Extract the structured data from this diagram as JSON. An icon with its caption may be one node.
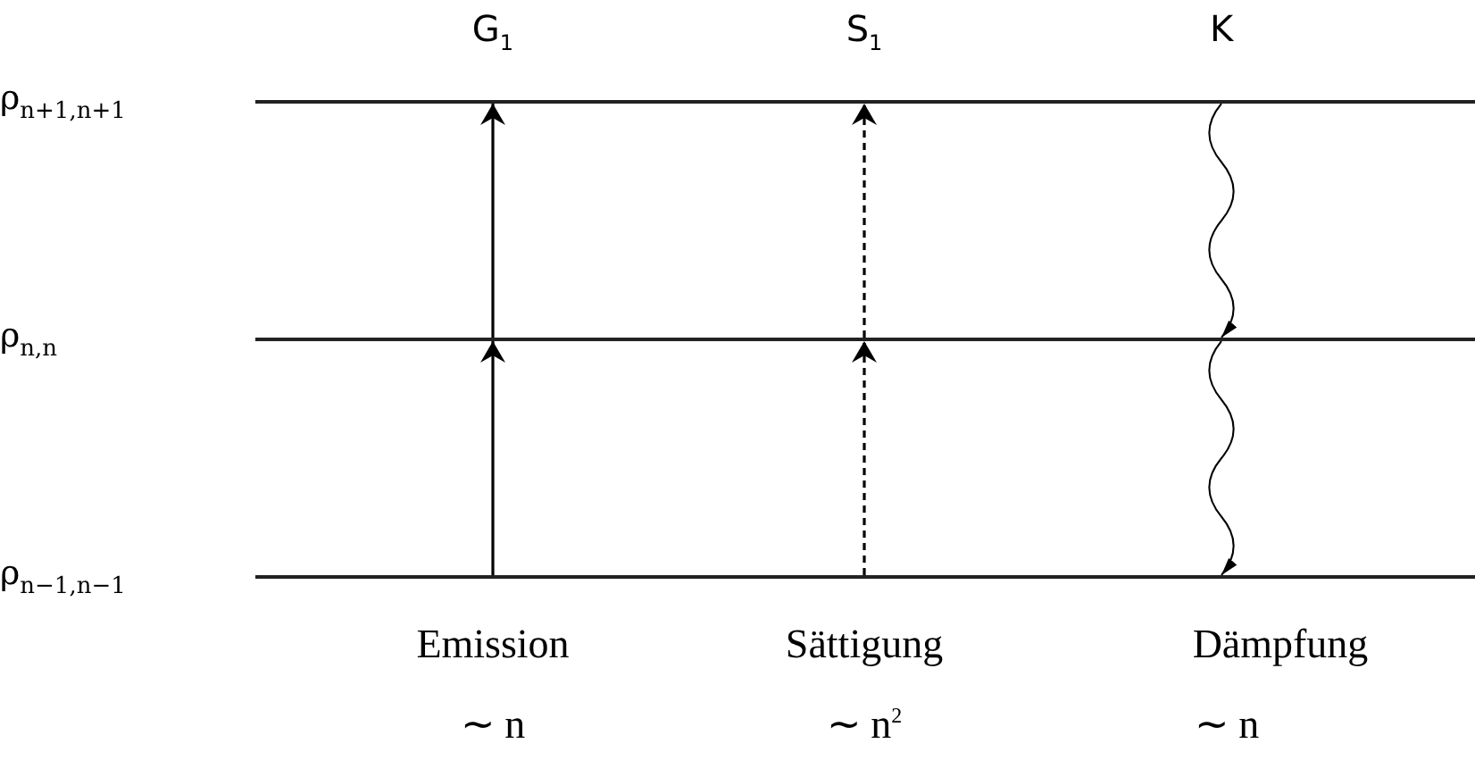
{
  "diagram": {
    "nodes": [
      {
        "text": [
          "ρ$_{n+1,n+1}$"
        ]
      },
      {
        "text": [
          "ρ$_{n,n}$"
        ]
      },
      {
        "text": [
          "ρ$_{n−1,n−1}$"
        ]
      }
    ],
    "edges": [
      {
        "from": 2,
        "to": 1,
        "arrow": "to"
      },
      {
        "from": 1,
        "to": 0,
        "arrow": "to"
      },
      {
        "from": 2,
        "to": 1,
        "arrow": "to",
        "style": "dashed"
      },
      {
        "from": 1,
        "to": 0,
        "arrow": "to",
        "style": "dashed"
      },
      {
        "from": 0,
        "to": 1,
        "arrow": "to"
      },
      {
        "from": 1,
        "to": 2,
        "arrow": "to"
      }
    ],
    "labels": [
      "G$_{1}$",
      "S$_{1}$",
      "K",
      "Emission",
      "Sättigung",
      "Dämpfung",
      "∼ n",
      "∼ n$^{2}$",
      "∼ n"
    ]
  }
}
